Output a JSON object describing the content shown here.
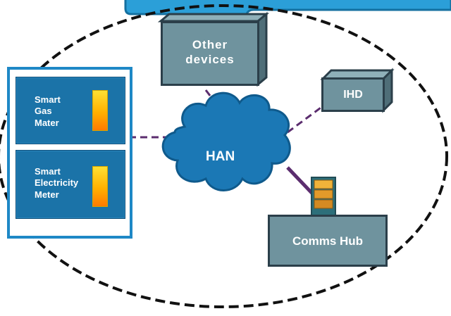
{
  "diagram": {
    "han": {
      "label": "HAN"
    },
    "other_devices": {
      "label": "Other\ndevices"
    },
    "ihd": {
      "label": "IHD"
    },
    "comms_hub": {
      "label": "Comms Hub"
    },
    "meters": [
      {
        "label": "Smart\nGas\nMater"
      },
      {
        "label": "Smart\nElectricity\nMeter"
      }
    ],
    "colors": {
      "cloud_fill": "#1b78b5",
      "meter_fill": "#1b73a8",
      "panel_border": "#1e88c6",
      "device_fill": "#6f939e",
      "device_border": "#2b3f4a",
      "link_color": "#5b2d6e",
      "boundary_color": "#111111",
      "title_fill": "#2b9fd8"
    }
  }
}
